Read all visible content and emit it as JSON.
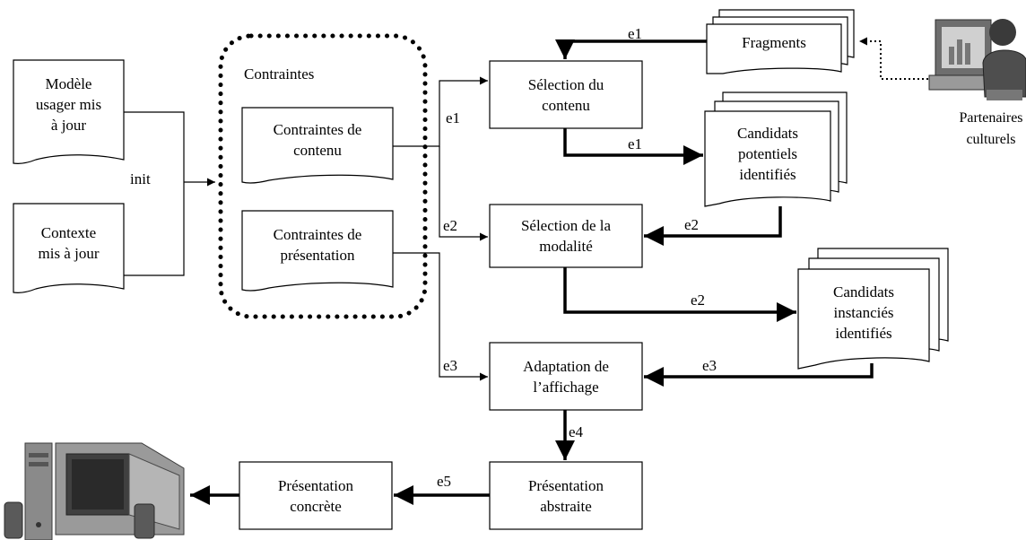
{
  "documents": {
    "modele_usager": "Modèle\nusager mis\nà jour",
    "contexte": "Contexte\nmis à jour",
    "contraintes_contenu": "Contraintes de\ncontenu",
    "contraintes_presentation": "Contraintes de\nprésentation",
    "fragments": "Fragments",
    "candidats_potentiels": "Candidats\npotentiels\nidentifiés",
    "candidats_instancies": "Candidats\ninstanciés\nidentifiés"
  },
  "group": {
    "title": "Contraintes"
  },
  "processes": {
    "selection_contenu": "Sélection du\ncontenu",
    "selection_modalite": "Sélection de la\nmodalité",
    "adaptation_affichage": "Adaptation de\nl’affichage",
    "presentation_abstraite": "Présentation\nabstraite",
    "presentation_concrete": "Présentation\nconcrète"
  },
  "labels": {
    "init": "init",
    "e1_fragments": "e1",
    "e1_in": "e1",
    "e1_candidats": "e1",
    "e2_in": "e2",
    "e2_candidats": "e2",
    "e2_instancies": "e2",
    "e3_in": "e3",
    "e3_instancies": "e3",
    "e4": "e4",
    "e5": "e5"
  },
  "actors": {
    "partenaires": "Partenaires\nculturels"
  },
  "icons": [
    "computer-monitor-icon",
    "person-at-computer-icon"
  ]
}
